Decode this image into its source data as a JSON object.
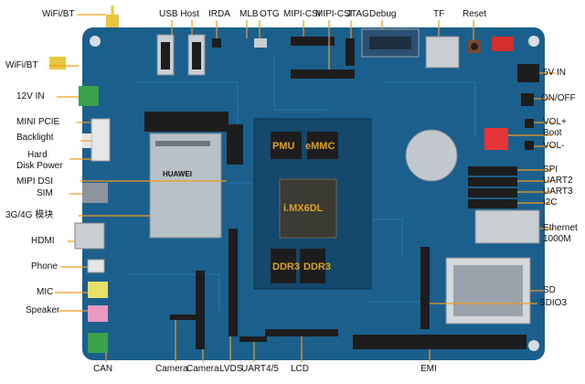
{
  "colors": {
    "pcb": "#1b5f8d",
    "pcb_dark": "#14496d",
    "trace": "#2b77aa",
    "callout": "#f39a1e",
    "chip_text": "#e0a21a",
    "silk": "#e6eef5",
    "metal": "#c9ced3",
    "header": "#1d1d1d",
    "module": "#b9c1c8",
    "connector_green": "#3aa24a",
    "connector_pink": "#e89ac1",
    "connector_yellow": "#e6e06a",
    "dip": "#e3353a"
  },
  "labels": {
    "wifi_bt_top": "WiFi/BT",
    "wifi_bt_left": "WiFi/BT",
    "usb_host": "USB Host",
    "irda": "IRDA",
    "mlb": "MLB",
    "otg": "OTG",
    "mipi_csi_1": "MIPI-CSI",
    "mipi_csi_2": "MIPI-CSI",
    "jtag": "JTAG",
    "debug": "Debug",
    "tf": "TF",
    "reset": "Reset",
    "v12_in": "12V IN",
    "v5_in": "5V IN",
    "on_off": "ON/OFF",
    "mini_pcie": "MINI PCIE",
    "backlight": "Backlight",
    "hard_disk_power_1": "Hard",
    "hard_disk_power_2": "Disk Power",
    "mipi_dsi": "MIPI DSI",
    "sim": "SIM",
    "module_3g4g": "3G/4G 模块",
    "hdmi": "HDMI",
    "phone": "Phone",
    "mic": "MIC",
    "speaker": "Speaker",
    "can": "CAN",
    "camera_1": "Camera",
    "camera_2": "Camera",
    "lvds": "LVDS",
    "uart45": "UART4/5",
    "lcd": "LCD",
    "emi": "EMI",
    "vol_plus": "VOL+",
    "boot": "Boot",
    "vol_minus": "VOL-",
    "spi": "SPI",
    "uart2": "UART2",
    "uart3": "UART3",
    "i2c": "I2C",
    "ethernet_1": "Ethernet",
    "ethernet_2": "1000M",
    "sd": "SD",
    "sdio3": "SDIO3"
  },
  "chips": {
    "pmu": "PMU",
    "emmc": "eMMC",
    "soc": "i.MX6DL",
    "ddr3_a": "DDR3",
    "ddr3_b": "DDR3"
  },
  "module_text": {
    "brand": "HUAWEI"
  }
}
